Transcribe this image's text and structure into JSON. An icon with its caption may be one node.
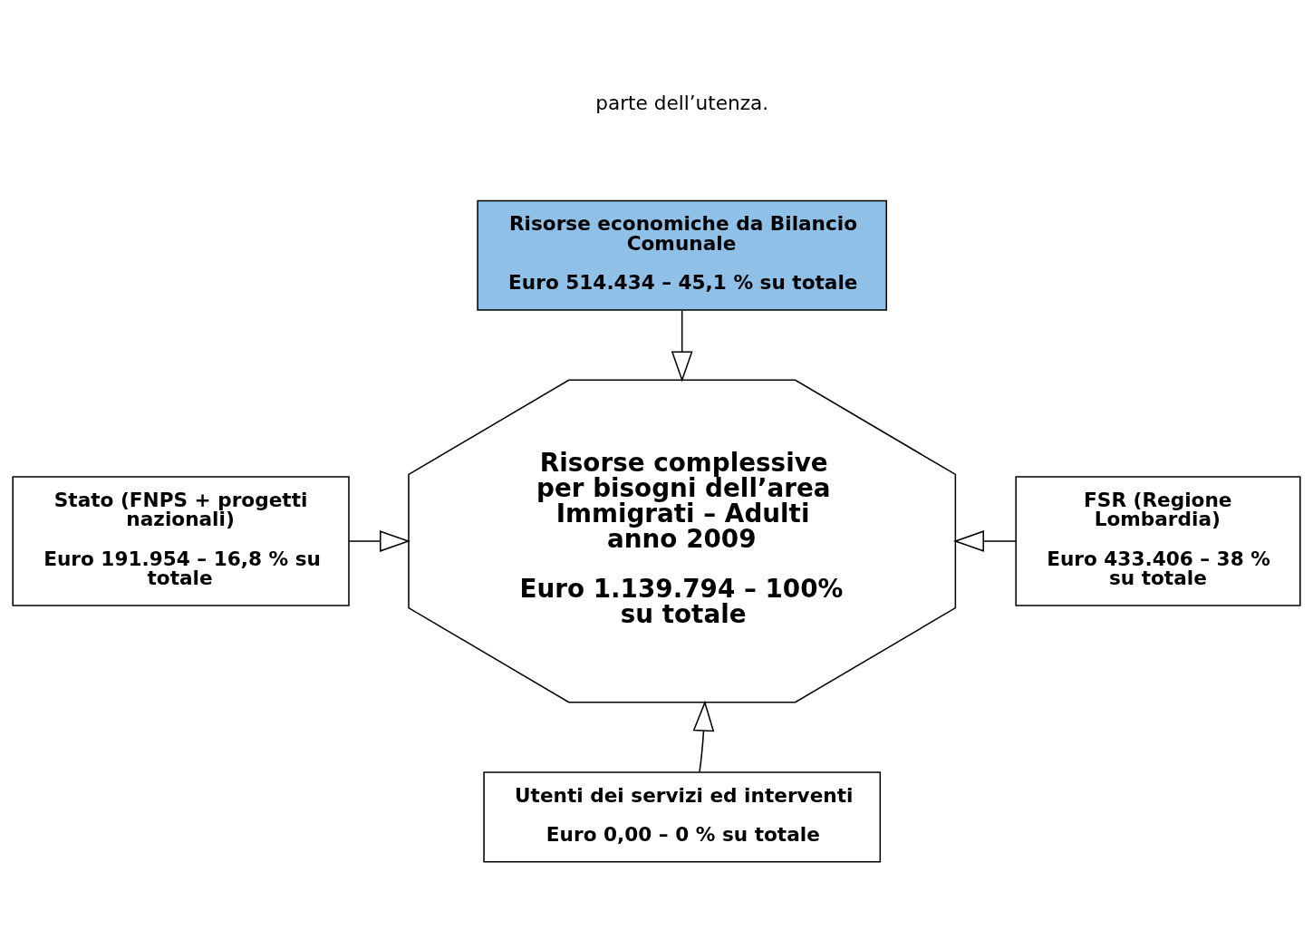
{
  "diagram": {
    "nodes": [
      {
        "text": [
          "Risorse economiche da Bilancio Comunale",
          "Euro 514.434 – 45,1 % su totale"
        ]
      },
      {
        "text": [
          "Risorse complessive per bisogni dell’area Immigrati – Adulti anno 2009",
          "Euro 1.139.794 – 100% su totale"
        ]
      },
      {
        "text": [
          "Stato (FNPS + progetti nazionali)",
          "Euro 191.954 – 16,8 % su totale"
        ]
      },
      {
        "text": [
          "FSR (Regione Lombardia)",
          "Euro 433.406 – 38 % su totale"
        ]
      },
      {
        "text": [
          "Utenti dei servizi ed interventi",
          "Euro 0,00 – 0 % su totale"
        ]
      }
    ],
    "edges": [
      {
        "from": 0,
        "to": 1,
        "arrow": "to"
      },
      {
        "from": 2,
        "to": 1,
        "arrow": "to"
      },
      {
        "from": 3,
        "to": 1,
        "arrow": "to"
      },
      {
        "from": 4,
        "to": 1,
        "arrow": "to"
      }
    ],
    "labels": [
      "parte dell’utenza."
    ]
  }
}
